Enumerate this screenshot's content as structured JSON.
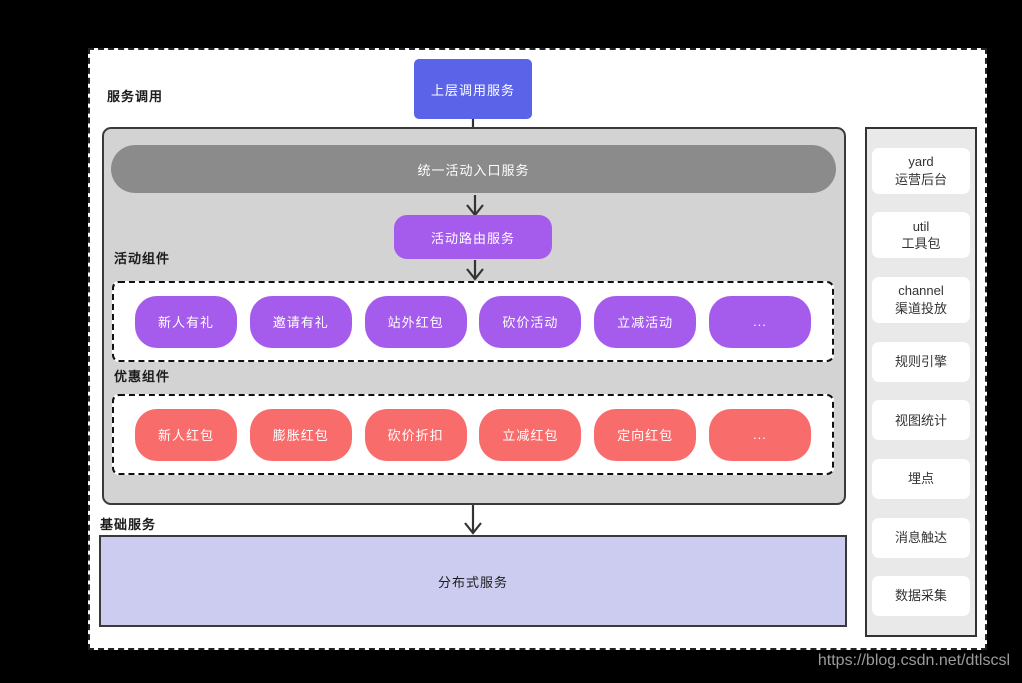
{
  "page": {
    "watermark": "https://blog.csdn.net/dtlscsl"
  },
  "colors": {
    "background": "#000000",
    "canvas": "#ffffff",
    "top_service": "#5b63e8",
    "entry_bar": "#8b8b8b",
    "purple_pill": "#a55ced",
    "red_pill": "#f96c6c",
    "base_bar": "#ccccf0",
    "gray_container": "#d3d3d3",
    "sidebar_bg": "#e9e9e9"
  },
  "diagram": {
    "labels": {
      "service_call": "服务调用",
      "activity_components": "活动组件",
      "discount_components": "优惠组件",
      "base_services": "基础服务"
    },
    "top_service": "上层调用服务",
    "entry_service": "统一活动入口服务",
    "router_service": "活动路由服务",
    "activity_items": [
      "新人有礼",
      "邀请有礼",
      "站外红包",
      "砍价活动",
      "立减活动",
      "..."
    ],
    "discount_items": [
      "新人红包",
      "膨胀红包",
      "砍价折扣",
      "立减红包",
      "定向红包",
      "..."
    ],
    "distributed_service": "分布式服务",
    "sidebar": {
      "items": [
        {
          "en": "yard",
          "zh": "运营后台"
        },
        {
          "en": "util",
          "zh": "工具包"
        },
        {
          "en": "channel",
          "zh": "渠道投放"
        },
        {
          "zh": "规则引擎"
        },
        {
          "zh": "视图统计"
        },
        {
          "zh": "埋点"
        },
        {
          "zh": "消息触达"
        },
        {
          "zh": "数据采集"
        }
      ]
    }
  }
}
